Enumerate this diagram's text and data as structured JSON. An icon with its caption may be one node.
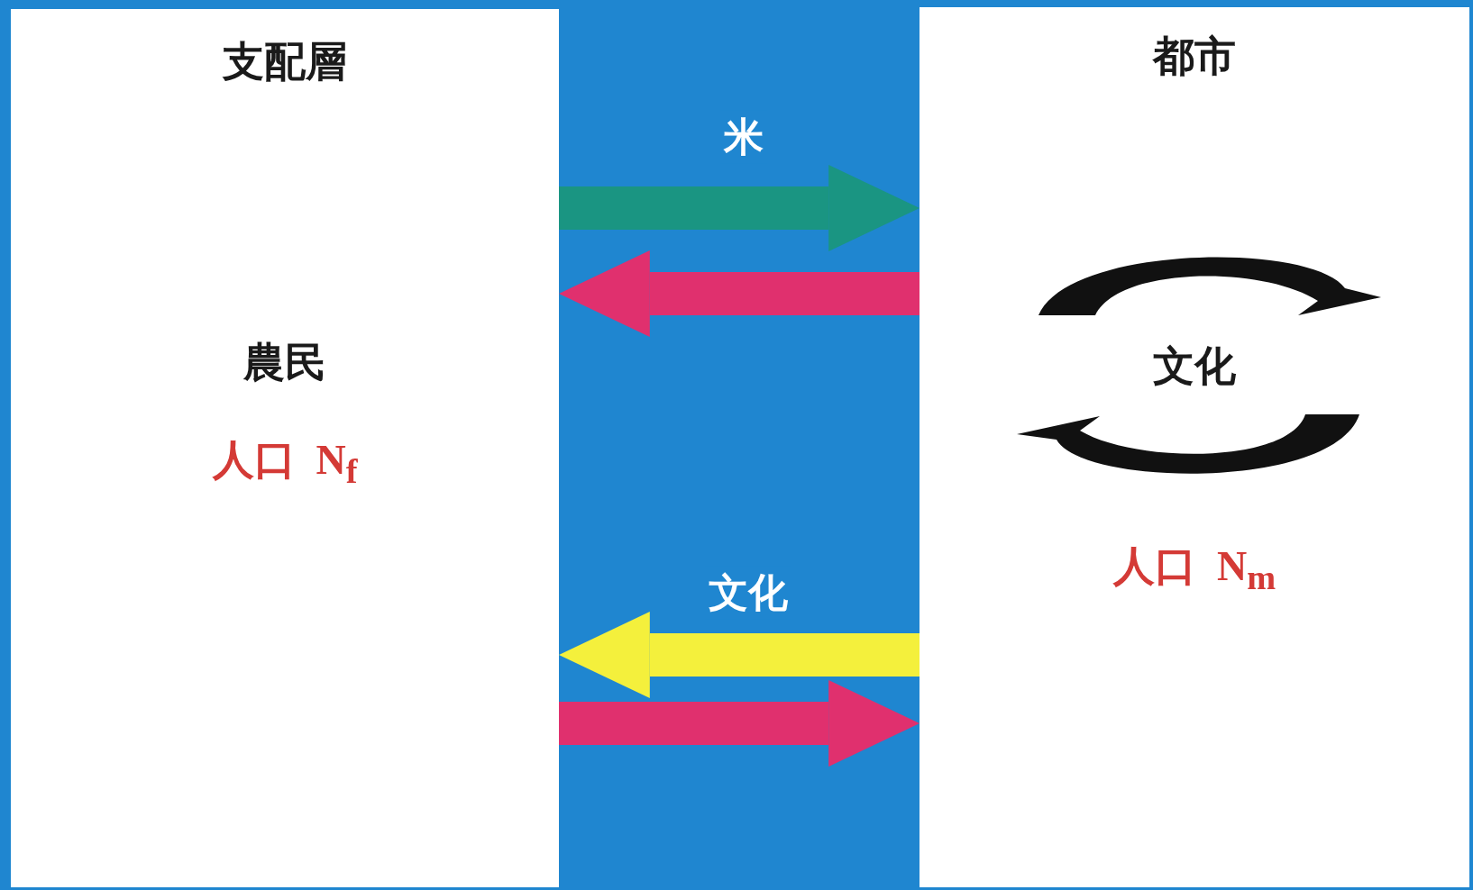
{
  "diagram": {
    "nodes": [
      {
        "text": [
          "支配層",
          "農民",
          "人口 N$_{f}$"
        ]
      },
      {
        "text": [
          "都市",
          "文化",
          "人口 N$_{m}$"
        ]
      }
    ],
    "edges": [
      {
        "from": 0,
        "to": 1,
        "arrow": "to",
        "label": "米",
        "color": "#1a9582"
      },
      {
        "from": 1,
        "to": 0,
        "arrow": "to",
        "color": "#e0306e"
      },
      {
        "from": 1,
        "to": 0,
        "arrow": "to",
        "label": "文化",
        "color": "#f4f03c"
      },
      {
        "from": 0,
        "to": 1,
        "arrow": "to",
        "color": "#e0306e"
      }
    ]
  }
}
